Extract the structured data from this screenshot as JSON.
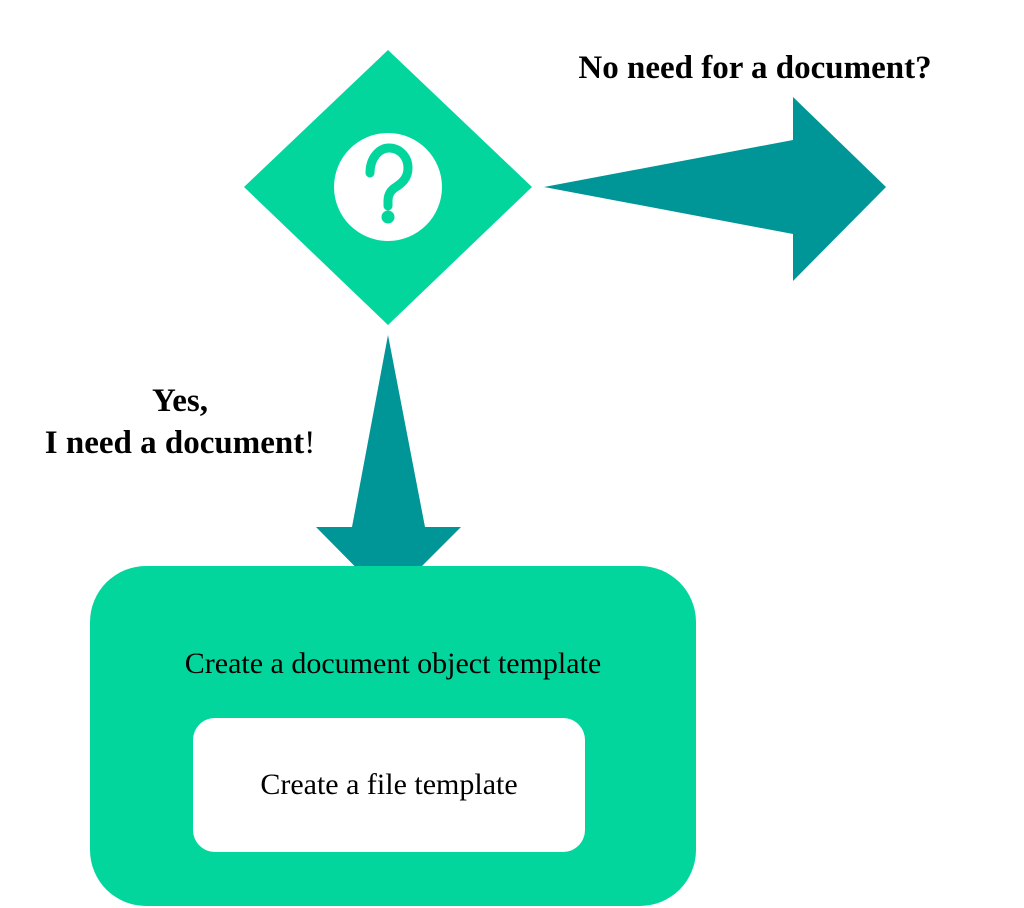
{
  "decision": {
    "icon": "question-mark-icon",
    "no_branch_label": "No need for a document?",
    "yes_branch_label_line1": "Yes,",
    "yes_branch_label_line2": "I need a document",
    "yes_branch_label_suffix": "!"
  },
  "outcome": {
    "outer_label": "Create a document object template",
    "inner_label": "Create a file template"
  },
  "colors": {
    "decision_fill": "#03d69d",
    "arrow_fill": "#009597",
    "box_fill": "#03d69d",
    "inner_box_fill": "#ffffff"
  }
}
